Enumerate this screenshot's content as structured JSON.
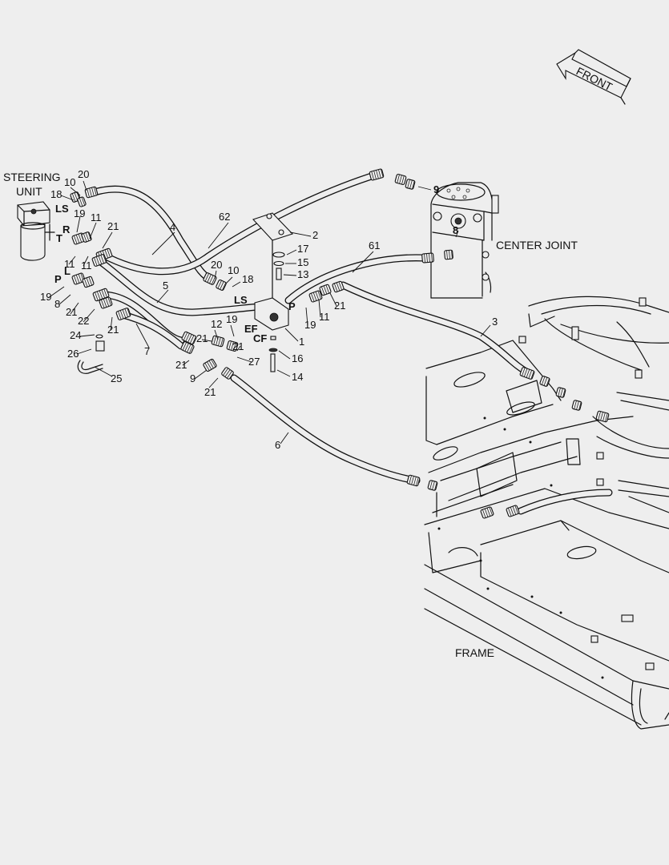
{
  "labels": {
    "front": "FRONT",
    "steering_unit_line1": "STEERING",
    "steering_unit_line2": "UNIT",
    "center_joint": "CENTER JOINT",
    "frame": "FRAME"
  },
  "ports": [
    "LS",
    "R",
    "T",
    "L",
    "P",
    "LS",
    "P",
    "EF",
    "CF"
  ],
  "callouts": [
    "10",
    "20",
    "18",
    "19",
    "11",
    "21",
    "11",
    "11",
    "19",
    "8",
    "21",
    "22",
    "21",
    "24",
    "26",
    "25",
    "7",
    "5",
    "4",
    "62",
    "2",
    "17",
    "15",
    "13",
    "20",
    "10",
    "18",
    "61",
    "21",
    "11",
    "19",
    "9",
    "8",
    "3",
    "21",
    "12",
    "19",
    "21",
    "21",
    "27",
    "1",
    "16",
    "14",
    "9",
    "21",
    "6"
  ]
}
